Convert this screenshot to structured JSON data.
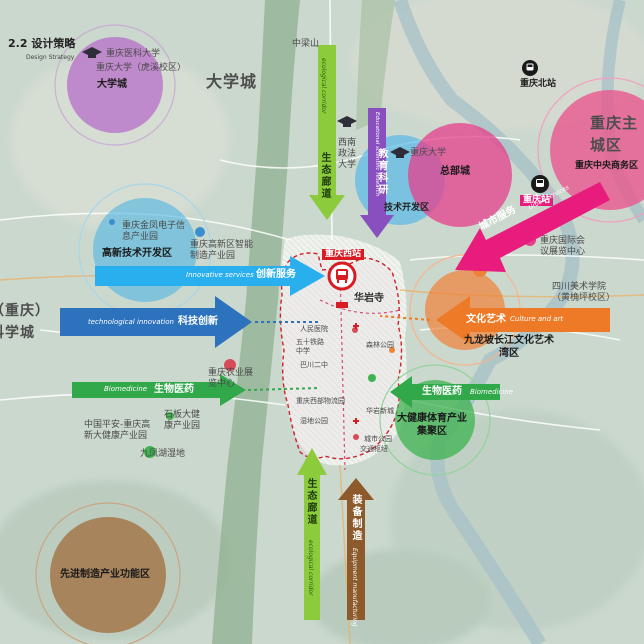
{
  "header": {
    "title": "2.2 设计策略",
    "subtitle": "Design Strategy"
  },
  "map_labels": {
    "daxuecheng_big": "大学城",
    "chongqing_main_city": "重庆主城区",
    "chongqing_kexuecheng": "（重庆）科学城",
    "zhongliangshan": "中梁山",
    "chongqing_north_station": "重庆北站",
    "cq_medical_univ": "重庆医科大学",
    "cq_univ_huxi": "重庆大学（虎溪校区）",
    "daxuecheng_circle": "大学城",
    "xinan_zhengfa": "西南政法大学",
    "cq_univ": "重庆大学",
    "zongbucheng": "总部城",
    "cq_central_business": "重庆中央商务区",
    "cq_station": "重庆站",
    "cq_international_expo": "重庆国际会议展览中心",
    "sichuan_fine_arts": "四川美术学院（黄桷坪校区）",
    "jinfeng_electronic": "重庆金凤电子信息产业园",
    "high_tech_zone_park": "重庆高新区智能制造产业园",
    "high_tech_dev_zone": "高新技术开发区",
    "cq_west_station": "重庆西站",
    "huayan_temple": "华岩寺",
    "cq_agri_expo": "重庆农业展览中心",
    "jiulongpo_arts": "九龙坡长江文化艺术湾区",
    "ping_an_health": "中国平安-重庆高新大健康产业园",
    "shiban_health": "石板大健康产业园",
    "jiufeng_lake": "九凤湖湿地",
    "health_sports": "大健康体育产业集聚区",
    "advanced_manufacturing": "先进制造产业功能区",
    "tech_dev_zone": "技术开发区",
    "hospital": "人民医院",
    "school1": "五十铁路中学",
    "school2": "巴川二中",
    "park_east": "森林公园",
    "industry_zone": "重庆西部物流园",
    "wetland": "湿地公园",
    "new_city": "华岩新城",
    "city_park": "城市公园",
    "hub": "交通枢纽"
  },
  "arrows": {
    "eco_corridor_top": {
      "cn": "生态廊道",
      "en": "ecological corridor"
    },
    "eco_corridor_bottom": {
      "cn": "生态廊道",
      "en": "ecological corridor"
    },
    "education": {
      "cn": "教育科研",
      "en": "Educational scientific research"
    },
    "urban_service": {
      "cn": "城市服务",
      "en": "Urban services"
    },
    "innovative_services": {
      "cn": "创新服务",
      "en": "Innovative services"
    },
    "tech_innovation": {
      "cn": "科技创新",
      "en": "technological innovation"
    },
    "culture_art": {
      "cn": "文化艺术",
      "en": "Culture and art"
    },
    "biomedicine_left": {
      "cn": "生物医药",
      "en": "Biomedicine"
    },
    "biomedicine_right": {
      "cn": "生物医药",
      "en": "Biomedicine"
    },
    "equipment": {
      "cn": "装备制造",
      "en": "Equipment manufacturing"
    }
  },
  "colors": {
    "green_arrow": "#8ccc3c",
    "purple_arrow": "#8a4fbf",
    "pink_arrow": "#e81c7c",
    "cyan_arrow": "#29aeee",
    "blue_arrow": "#2d72bd",
    "orange_arrow": "#ee7a28",
    "biomed_green": "#31a84a",
    "brown_arrow": "#8d5a2b",
    "station_red": "#d81c24"
  },
  "icons": {
    "graduation": "graduation-cap-icon",
    "train": "train-station-icon"
  }
}
